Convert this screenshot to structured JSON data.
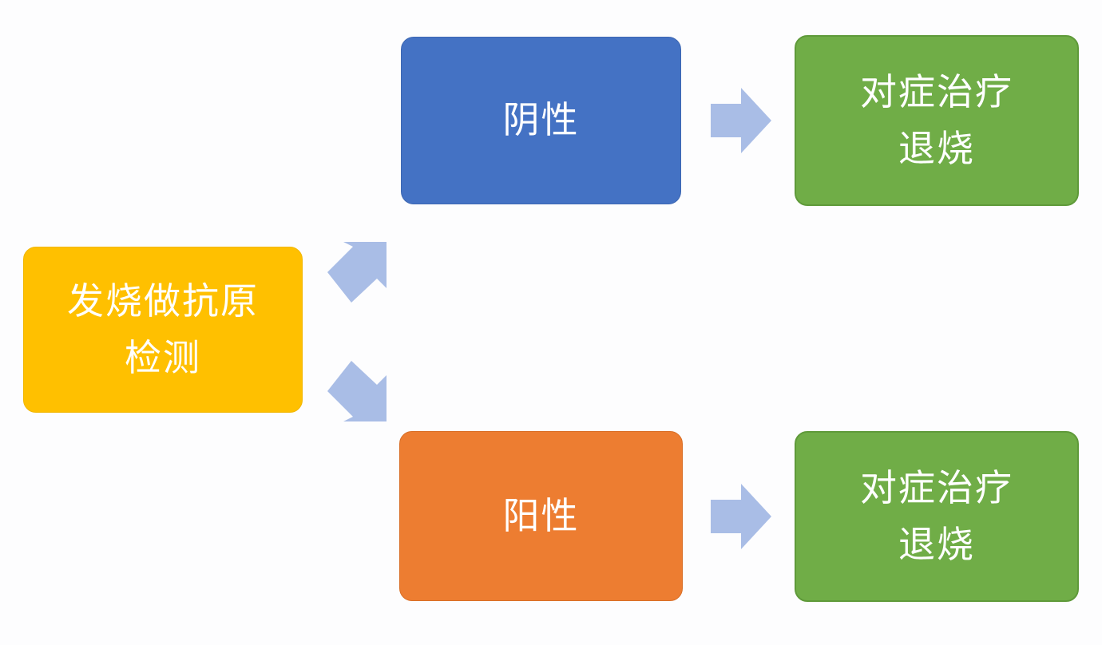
{
  "diagram": {
    "start": {
      "lines": [
        "发烧做抗原",
        "检测"
      ],
      "color": "#ffc000"
    },
    "negative": {
      "label": "阴性",
      "color": "#4472c4"
    },
    "positive": {
      "label": "阳性",
      "color": "#ed7d31"
    },
    "treat_top": {
      "lines": [
        "对症治疗",
        "退烧"
      ],
      "color": "#70ad47"
    },
    "treat_bottom": {
      "lines": [
        "对症治疗",
        "退烧"
      ],
      "color": "#70ad47"
    },
    "arrow_color": "#a9bde6"
  }
}
